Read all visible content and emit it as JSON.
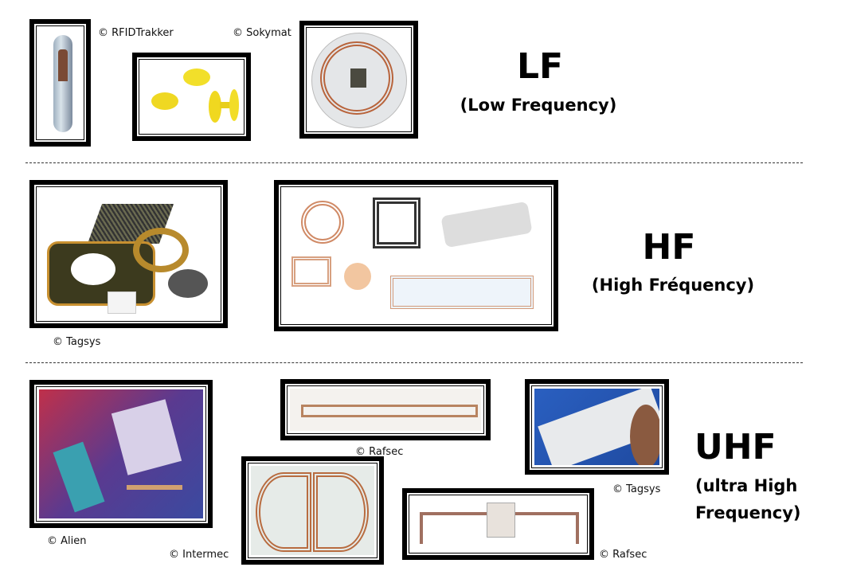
{
  "bands": [
    {
      "title": "LF",
      "subtitle": "(Low Frequency)"
    },
    {
      "title": "HF",
      "subtitle": "(High Fréquency)"
    },
    {
      "title": "UHF",
      "subtitle_line1": "(ultra High",
      "subtitle_line2": "Frequency)"
    }
  ],
  "credits": {
    "rfidtrakker": "© RFIDTrakker",
    "sokymat": "© Sokymat",
    "tagsys_hf": "© Tagsys",
    "alien": "© Alien",
    "rafsec_top": "© Rafsec",
    "intermec": "© Intermec",
    "tagsys_uhf": "© Tagsys",
    "rafsec_bottom": "© Rafsec"
  }
}
